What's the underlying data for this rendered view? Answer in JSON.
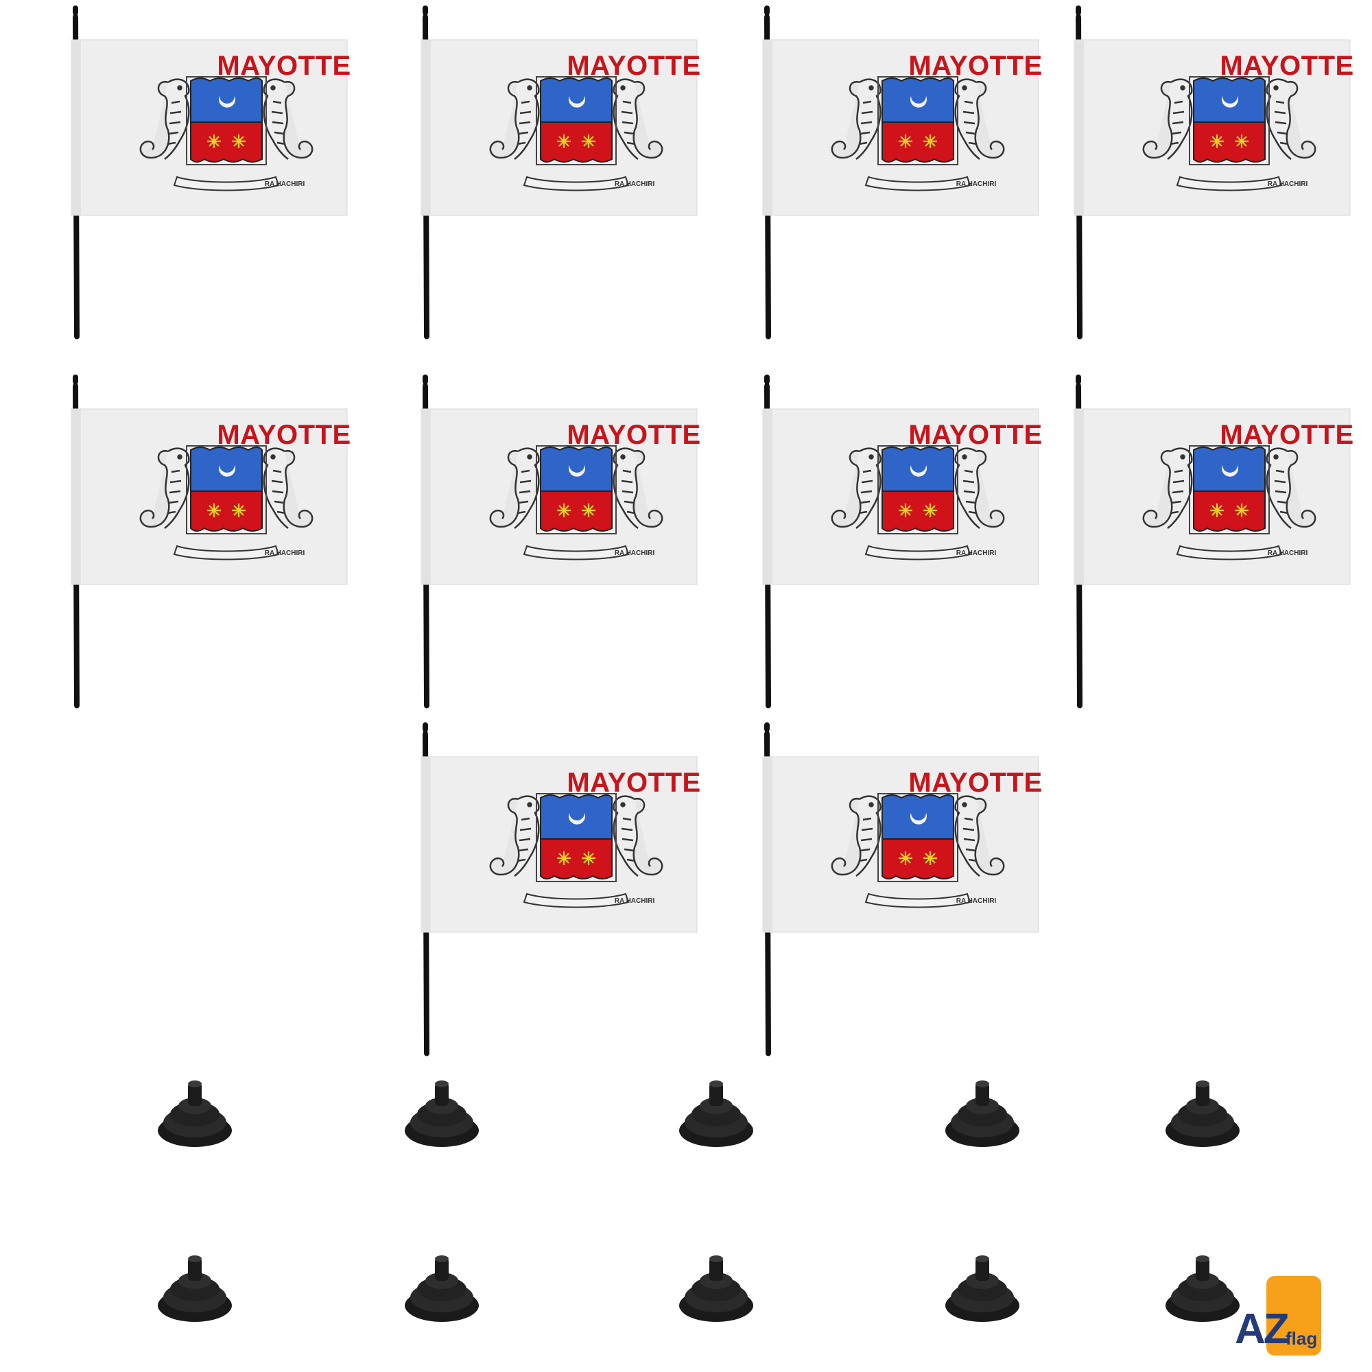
{
  "flag": {
    "title": "MAYOTTE",
    "motto": "RA HACHIRI",
    "colors": {
      "cloth": "#eeeeee",
      "text": "#c8141b",
      "shield_top": "#2f65c8",
      "shield_bottom": "#d0121a",
      "stars": "#e8d21e",
      "pole": "#111111"
    }
  },
  "flags": [
    {
      "id": 1
    },
    {
      "id": 2
    },
    {
      "id": 3
    },
    {
      "id": 4
    },
    {
      "id": 5
    },
    {
      "id": 6
    },
    {
      "id": 7
    },
    {
      "id": 8
    },
    {
      "id": 9
    },
    {
      "id": 10
    }
  ],
  "bases": [
    {
      "id": 1
    },
    {
      "id": 2
    },
    {
      "id": 3
    },
    {
      "id": 4
    },
    {
      "id": 5
    },
    {
      "id": 6
    },
    {
      "id": 7
    },
    {
      "id": 8
    },
    {
      "id": 9
    },
    {
      "id": 10
    }
  ],
  "logo": {
    "text": "AZ",
    "sub": "flag",
    "icon": "azflag-logo-icon",
    "color": "#f7a11a"
  }
}
